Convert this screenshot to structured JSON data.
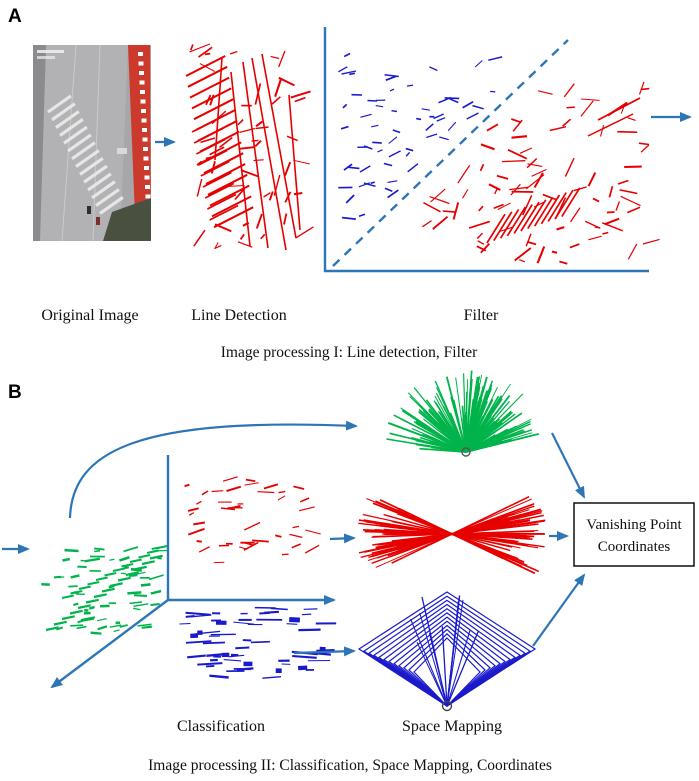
{
  "figure": {
    "panel_a": {
      "label": "A",
      "original_image_label": "Original Image",
      "line_detection_label": "Line Detection",
      "filter_label": "Filter",
      "caption": "Image processing I: Line detection, Filter"
    },
    "panel_b": {
      "label": "B",
      "classification_label": "Classification",
      "space_mapping_label": "Space Mapping",
      "vanishing_point_box": {
        "line1": "Vanishing Point",
        "line2": "Coordinates"
      },
      "caption": "Image processing II: Classification, Space Mapping, Coordinates"
    }
  },
  "colors": {
    "arrow_blue": "#2e75b6",
    "line_red": "#e60000",
    "line_green": "#00b44b",
    "line_blue": "#1a1acc",
    "banner_red": "#cc3a2e"
  }
}
